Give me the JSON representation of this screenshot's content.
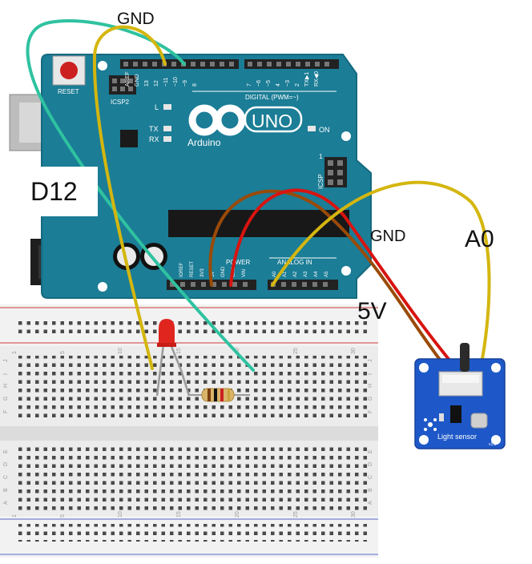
{
  "labels": {
    "gnd_top": "GND",
    "d12": "D12",
    "gnd_right": "GND",
    "a0": "A0",
    "five_v": "5V"
  },
  "arduino": {
    "reset": "RESET",
    "icsp2": "ICSP2",
    "led_l": "L",
    "tx": "TX",
    "rx": "RX",
    "uno": "UNO",
    "brand": "Arduino",
    "on": "ON",
    "digital": "DIGITAL (PWM=~)",
    "icsp": "ICSP",
    "icsp_num": "1",
    "power": "POWER",
    "analog_in": "ANALOG IN",
    "top_pins": [
      "AREF",
      "GND",
      "13",
      "12",
      "~11",
      "~10",
      "~9",
      "8",
      "7",
      "~6",
      "~5",
      "4",
      "~3",
      "2",
      "TX▶1",
      "RX◀0"
    ],
    "power_pins": [
      "IOREF",
      "RESET",
      "3V3",
      "5V",
      "GND",
      "GND",
      "VIN"
    ],
    "analog_pins": [
      "A0",
      "A1",
      "A2",
      "A3",
      "A4",
      "A5"
    ]
  },
  "breadboard": {
    "col_numbers": [
      "1",
      "5",
      "10",
      "15",
      "20",
      "25",
      "30"
    ],
    "rows_top": [
      "J",
      "I",
      "H",
      "G",
      "F"
    ],
    "rows_bottom": [
      "E",
      "D",
      "C",
      "B",
      "A"
    ]
  },
  "sensor": {
    "title": "Light sensor",
    "version": "v1.0"
  },
  "colors": {
    "board": "#1b7d96",
    "wire_yellow": "#d4b60f",
    "wire_red": "#d8140f",
    "wire_brown": "#9a4a08",
    "wire_teal": "#2fc2a0",
    "sensor": "#1e58c8",
    "led": "#e0251f"
  }
}
